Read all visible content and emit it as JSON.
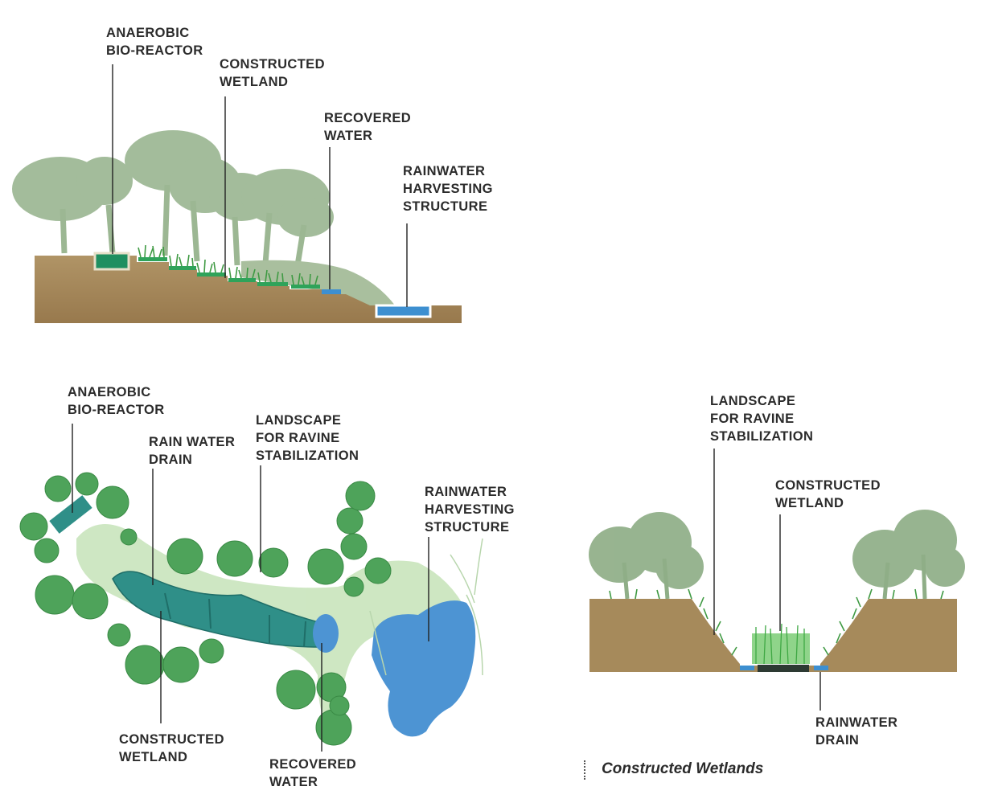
{
  "section_top": {
    "labels": [
      {
        "id": "bioreactor",
        "lines": [
          "ANAEROBIC",
          "BIO-REACTOR"
        ]
      },
      {
        "id": "wetland",
        "lines": [
          "CONSTRUCTED",
          "WETLAND"
        ]
      },
      {
        "id": "recovered",
        "lines": [
          "RECOVERED",
          "WATER"
        ]
      },
      {
        "id": "harvest",
        "lines": [
          "RAINWATER",
          "HARVESTING",
          "STRUCTURE"
        ]
      }
    ]
  },
  "plan": {
    "labels": [
      {
        "id": "bioreactor",
        "lines": [
          "ANAEROBIC",
          "BIO-REACTOR"
        ]
      },
      {
        "id": "drain",
        "lines": [
          "RAIN WATER",
          "DRAIN"
        ]
      },
      {
        "id": "landscape",
        "lines": [
          "LANDSCAPE",
          "FOR RAVINE",
          "STABILIZATION"
        ]
      },
      {
        "id": "harvest",
        "lines": [
          "RAINWATER",
          "HARVESTING",
          "STRUCTURE"
        ]
      },
      {
        "id": "wetland",
        "lines": [
          "CONSTRUCTED",
          "WETLAND"
        ]
      },
      {
        "id": "recovered",
        "lines": [
          "RECOVERED",
          "WATER"
        ]
      }
    ]
  },
  "section_ravine": {
    "labels": [
      {
        "id": "landscape",
        "lines": [
          "LANDSCAPE",
          "FOR RAVINE",
          "STABILIZATION"
        ]
      },
      {
        "id": "wetland",
        "lines": [
          "CONSTRUCTED",
          "WETLAND"
        ]
      },
      {
        "id": "drain",
        "lines": [
          "RAINWATER",
          "DRAIN"
        ]
      }
    ]
  },
  "caption": "Constructed Wetlands",
  "colors": {
    "soil": "#a68a5b",
    "tree": "#8fae87",
    "grass": "#3f9a43",
    "wetland": "#2e8f5a",
    "water": "#3d8fd0",
    "canopy": "#4ea35a"
  }
}
